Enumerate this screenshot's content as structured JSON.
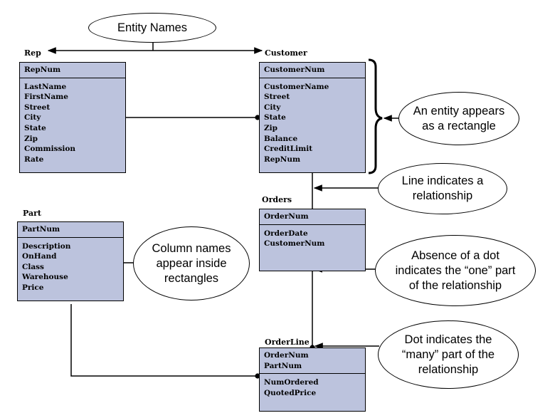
{
  "entities": {
    "rep": {
      "title": "Rep",
      "key": [
        "RepNum"
      ],
      "attributes": [
        "LastName",
        "FirstName",
        "Street",
        "City",
        "State",
        "Zip",
        "Commission",
        "Rate"
      ]
    },
    "customer": {
      "title": "Customer",
      "key": [
        "CustomerNum"
      ],
      "attributes": [
        "CustomerName",
        "Street",
        "City",
        "State",
        "Zip",
        "Balance",
        "CreditLimit",
        "RepNum"
      ]
    },
    "orders": {
      "title": "Orders",
      "key": [
        "OrderNum"
      ],
      "attributes": [
        "OrderDate",
        "CustomerNum"
      ]
    },
    "part": {
      "title": "Part",
      "key": [
        "PartNum"
      ],
      "attributes": [
        "Description",
        "OnHand",
        "Class",
        "Warehouse",
        "Price"
      ]
    },
    "orderline": {
      "title": "OrderLine",
      "key": [
        "OrderNum",
        "PartNum"
      ],
      "attributes": [
        "NumOrdered",
        "QuotedPrice"
      ]
    }
  },
  "callouts": {
    "entity_names": [
      "Entity Names"
    ],
    "entity_rectangle": [
      "An entity appears",
      "as a rectangle"
    ],
    "line_relationship": [
      "Line indicates a",
      "relationship"
    ],
    "column_names": [
      "Column names",
      "appear inside",
      "rectangles"
    ],
    "absence_dot": [
      "Absence of a dot",
      "indicates the “one” part",
      "of the relationship"
    ],
    "dot_many": [
      "Dot indicates the",
      "“many” part of the",
      "relationship"
    ]
  },
  "colors": {
    "entity_fill": "#bcc3dd",
    "line": "#000000"
  }
}
